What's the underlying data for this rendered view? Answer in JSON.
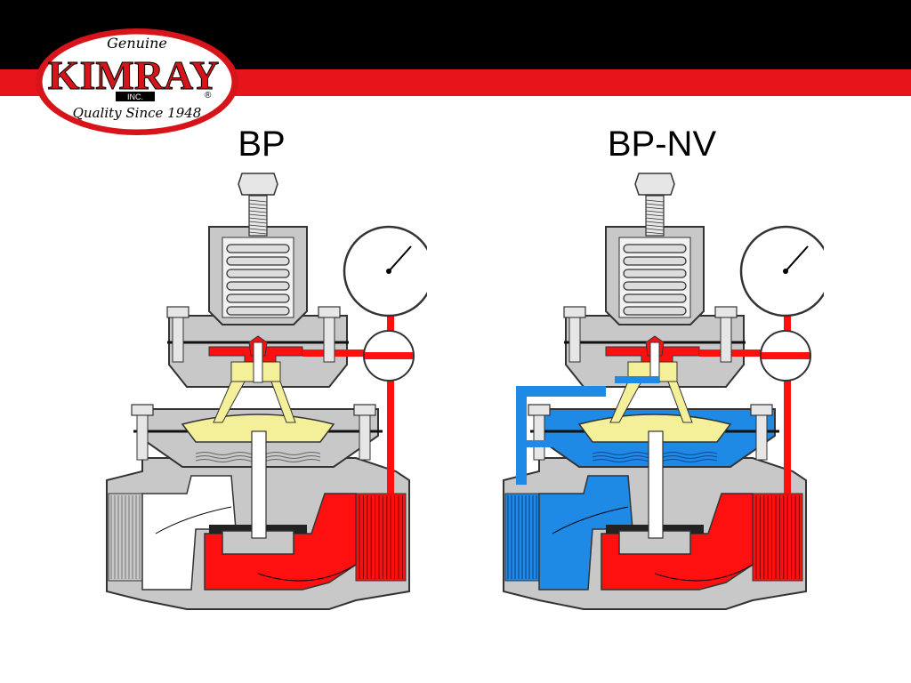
{
  "colors": {
    "header_black": "#000000",
    "header_red": "#e8141b",
    "logo_red": "#d7141a",
    "body_gray": "#c8c8c8",
    "pressure_red": "#ff1010",
    "downstream_blue": "#1e8ae6",
    "diaphragm_yellow": "#f4f09a",
    "outline": "#333333"
  },
  "logo": {
    "top_script": "Genuine",
    "brand": "KIMRAY",
    "inc": "INC.",
    "reg": "®",
    "tagline": "Quality Since 1948"
  },
  "diagrams": [
    {
      "label": "BP",
      "downstream_flooded": false
    },
    {
      "label": "BP-NV",
      "downstream_flooded": true
    }
  ]
}
